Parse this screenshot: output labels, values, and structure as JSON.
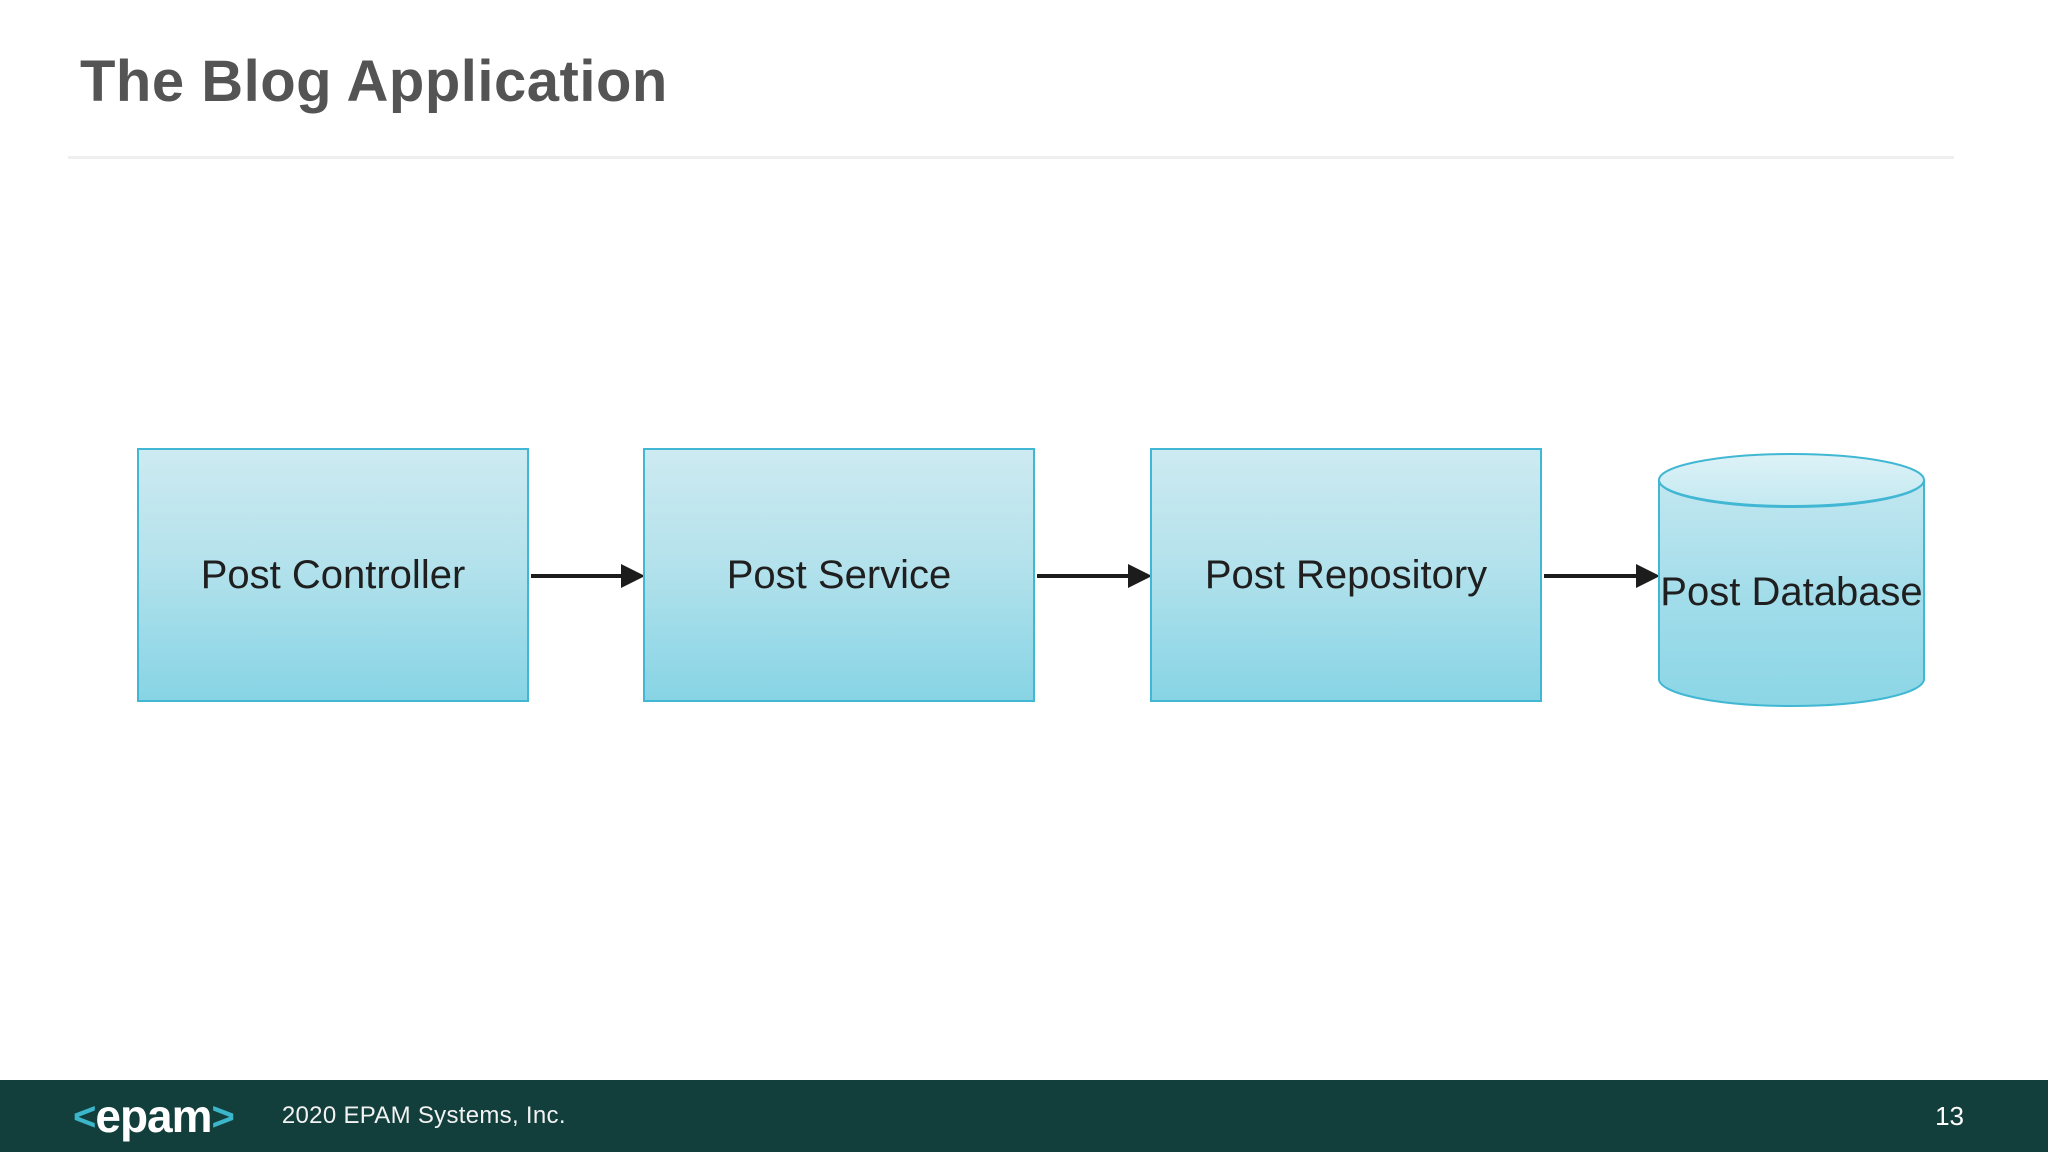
{
  "slide": {
    "title": "The Blog Application"
  },
  "diagram": {
    "nodes": [
      {
        "label": "Post Controller",
        "type": "box"
      },
      {
        "label": "Post Service",
        "type": "box"
      },
      {
        "label": "Post Repository",
        "type": "box"
      },
      {
        "label": "Post Database",
        "type": "cylinder"
      }
    ],
    "connections": [
      {
        "from": "Post Controller",
        "to": "Post Service"
      },
      {
        "from": "Post Service",
        "to": "Post Repository"
      },
      {
        "from": "Post Repository",
        "to": "Post Database"
      }
    ],
    "colors": {
      "node_fill_top": "#cdeaf1",
      "node_fill_bottom": "#87d4e5",
      "node_border": "#41b7d3",
      "arrow": "#1c1c1c",
      "label_text": "#1f1f1f",
      "title_text": "#545454"
    }
  },
  "footer": {
    "logo": {
      "bracket_left": "<",
      "text": "epam",
      "bracket_right": ">"
    },
    "copyright": "2020 EPAM Systems, Inc.",
    "page_number": "13",
    "background": "#123f3c",
    "accent": "#3cb6ca"
  }
}
